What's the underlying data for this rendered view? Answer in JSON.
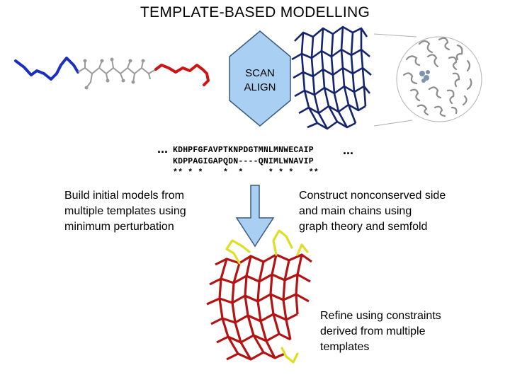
{
  "title": "TEMPLATE-BASED MODELLING",
  "scan_align": {
    "line1": "SCAN",
    "line2": "ALIGN"
  },
  "alignment": {
    "seq1": "KDHPFGFAVPTKNPDGTMNLMNWECAIP",
    "seq2": "KDPPAGIGAPQDN----QNIMLWNAVIP",
    "marks": "** * *    *  *     * * *   **",
    "ellipsis_left": "...",
    "ellipsis_right": "..."
  },
  "text_left": [
    "Build initial models from",
    "multiple templates using",
    "minimum perturbation"
  ],
  "text_right": [
    "Construct nonconserved side",
    "and main chains using",
    "graph theory  and semfold"
  ],
  "text_bottom": [
    "Refine using constraints",
    "derived from multiple",
    "templates"
  ],
  "colors": {
    "blue_chain": "#1a2fbf",
    "red_chain": "#cc1414",
    "gray_chain": "#9a9a9a",
    "arrow_fill": "#a9d0f2",
    "arrow_stroke": "#3a5a80",
    "model_red": "#b51313",
    "model_yellow": "#dede22",
    "navy_mesh": "#14246e",
    "grey_mesh": "#8c8c8c"
  },
  "icons": [
    "double-arrow-icon",
    "down-arrow-icon"
  ]
}
